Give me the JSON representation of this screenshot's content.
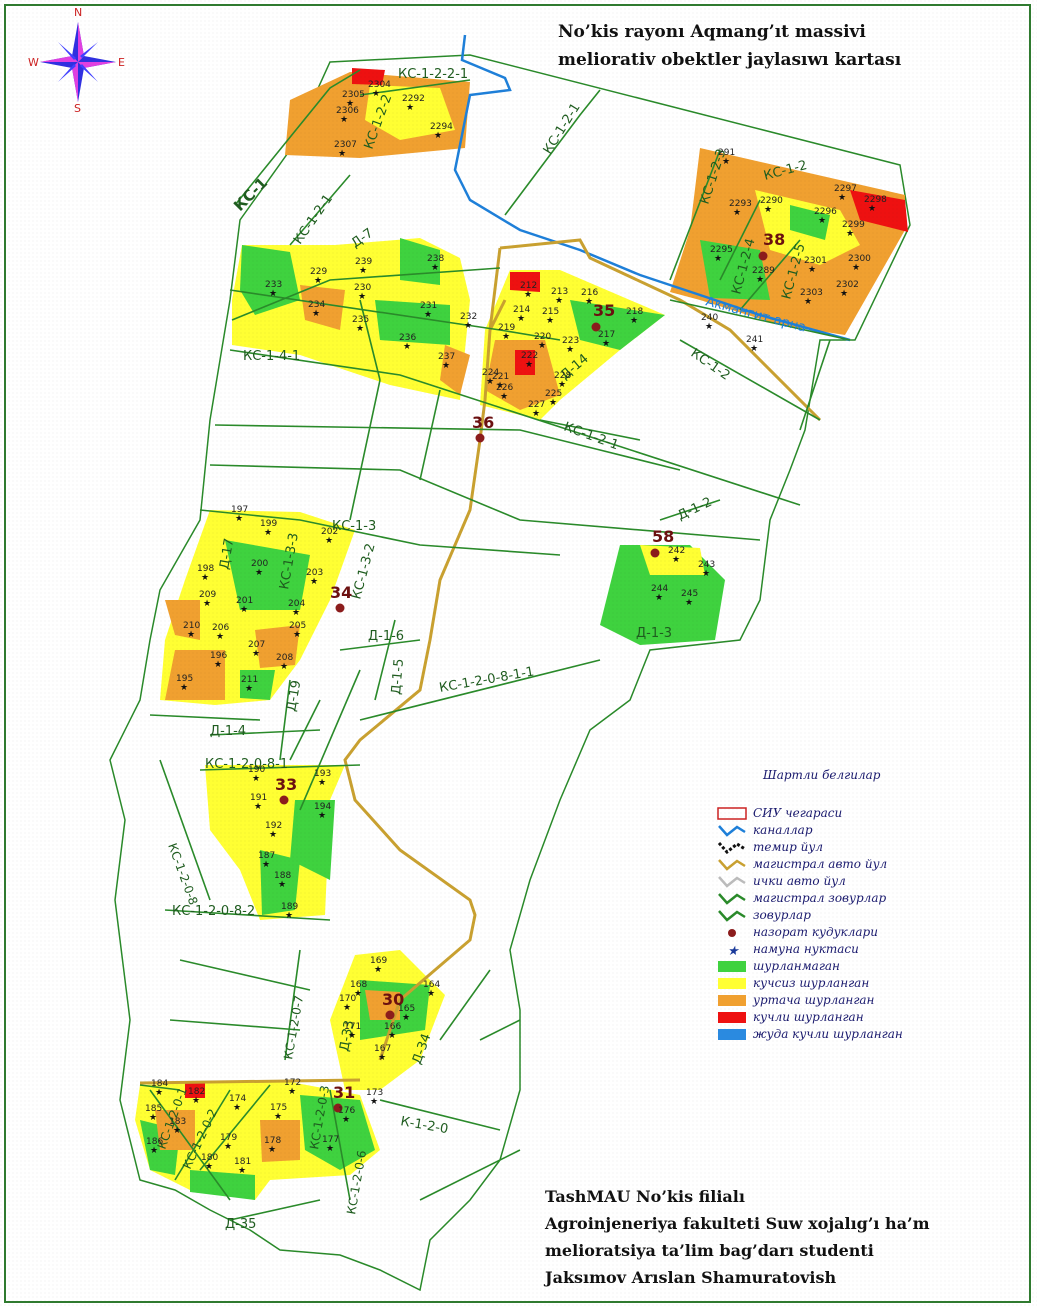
{
  "title": {
    "line1": "No’kis rayonı Aqmang’ıt massivi",
    "line2": "meliorativ obektler jaylasıwı  kartası"
  },
  "credits": {
    "line1": "TashMAU No’kis filialı",
    "line2": "Agroinjeneriya fakulteti Suw xojalıg’ı ha’m",
    "line3": "melioratsiya ta’lim bag’darı studenti",
    "line4": "Jaksımov Arıslan Shamuratovish"
  },
  "compass": {
    "n": "N",
    "s": "S",
    "e": "E",
    "w": "W"
  },
  "legend": {
    "title": "Шартли белгилар",
    "items": [
      {
        "label": "СИУ чегараси",
        "kind": "box",
        "color": "#cc2222"
      },
      {
        "label": "каналлар",
        "kind": "line",
        "color": "#1e7fd8"
      },
      {
        "label": "темир йул",
        "kind": "rail",
        "color": "#111111"
      },
      {
        "label": "магистрал авто йул",
        "kind": "line",
        "color": "#c8a030"
      },
      {
        "label": "ички авто йул",
        "kind": "line",
        "color": "#bbbbbb"
      },
      {
        "label": "магистрал зовурлар",
        "kind": "line",
        "color": "#2a8a2a"
      },
      {
        "label": "зовурлар",
        "kind": "line",
        "color": "#2a8a2a"
      },
      {
        "label": "назорат кудуклари",
        "kind": "dot",
        "color": "#8b1c1c"
      },
      {
        "label": "намуна нуктаси",
        "kind": "star",
        "color": "#1a3a9a"
      },
      {
        "label": "шурланмаган",
        "kind": "fill",
        "color": "#3fd23f"
      },
      {
        "label": "кучсиз шурланган",
        "kind": "fill",
        "color": "#ffff33"
      },
      {
        "label": "уртача шурланган",
        "kind": "fill",
        "color": "#f0a030"
      },
      {
        "label": "кучли шурланган",
        "kind": "fill",
        "color": "#ee1111"
      },
      {
        "label": "жуда кучли шурланган",
        "kind": "fill",
        "color": "#2a8ae0"
      }
    ]
  },
  "colors": {
    "none": "#3fd23f",
    "weak": "#ffff33",
    "medium": "#f0a030",
    "strong": "#ee1111",
    "drain": "#2a8a2a",
    "canal": "#1e7fd8",
    "road": "#c8a030",
    "well": "#8b1c1c",
    "boundary": "#2f7a2f"
  },
  "map_labels": {
    "ks1": "КС-1",
    "ks121_top": "КС-1-2-1",
    "ks1221": "КС-1-2-2-1",
    "ks122": "КС-1-2-2",
    "ks121_left": "КС-1-2-1",
    "d7": "Д-7",
    "ks141": "КС-1-4-1",
    "ks12_right": "КС-1-2",
    "ks123": "КС-1-2-3",
    "ks12_top": "КС-1-2",
    "ks124": "КС-1-2-4",
    "ks125": "КС-1-2-5",
    "canal": "Акмангит-арна",
    "ks121_mid": "КС-1-2-1",
    "d14": "Д-14",
    "ks13": "КС-1-3",
    "d17": "Д-17",
    "ks133": "КС-1-3-3",
    "ks132": "КС-1-3-2",
    "d16": "Д-1-6",
    "d15": "Д-1-5",
    "d19": "Д-19",
    "d12": "Д-1-2",
    "d13": "Д-1-3",
    "ks12081_1": "КС-1-2-0-8-1-1",
    "d14b": "Д-1-4",
    "ks12081": "КС-1-2-0-8-1",
    "ks1208": "КС-1-2-0-8",
    "ks12082": "КС-1-2-0-8-2",
    "ks1207": "КС-1-2-0-7",
    "d33": "Д-33",
    "d34": "Д-34",
    "ks1203": "КС-1-2-0-3",
    "k120": "К-1-2-0",
    "ks1206": "КС-1-2-0-6",
    "ks1201": "КС-1-2-0-1",
    "ks1202": "КС-1-2-0-2",
    "d35": "Д-35"
  },
  "wells": [
    "38",
    "35",
    "36",
    "58",
    "34",
    "33",
    "30",
    "31"
  ],
  "points": [
    "2304",
    "2305",
    "2306",
    "2307",
    "2292",
    "2294",
    "291",
    "2293",
    "2290",
    "2296",
    "2297",
    "2298",
    "2299",
    "2295",
    "2289",
    "2301",
    "2300",
    "2302",
    "2303",
    "239",
    "238",
    "229",
    "233",
    "234",
    "230",
    "235",
    "231",
    "232",
    "236",
    "237",
    "212",
    "213",
    "216",
    "214",
    "215",
    "218",
    "219",
    "220",
    "223",
    "217",
    "221",
    "222",
    "224",
    "226",
    "228",
    "225",
    "227",
    "240",
    "241",
    "197",
    "199",
    "202",
    "198",
    "200",
    "203",
    "209",
    "201",
    "204",
    "210",
    "206",
    "205",
    "207",
    "196",
    "208",
    "195",
    "211",
    "242",
    "243",
    "244",
    "245",
    "190",
    "193",
    "191",
    "194",
    "192",
    "187",
    "188",
    "189",
    "169",
    "168",
    "164",
    "170",
    "165",
    "166",
    "171",
    "167",
    "172",
    "173",
    "176",
    "184",
    "182",
    "174",
    "175",
    "185",
    "183",
    "179",
    "178",
    "177",
    "186",
    "180",
    "181"
  ]
}
